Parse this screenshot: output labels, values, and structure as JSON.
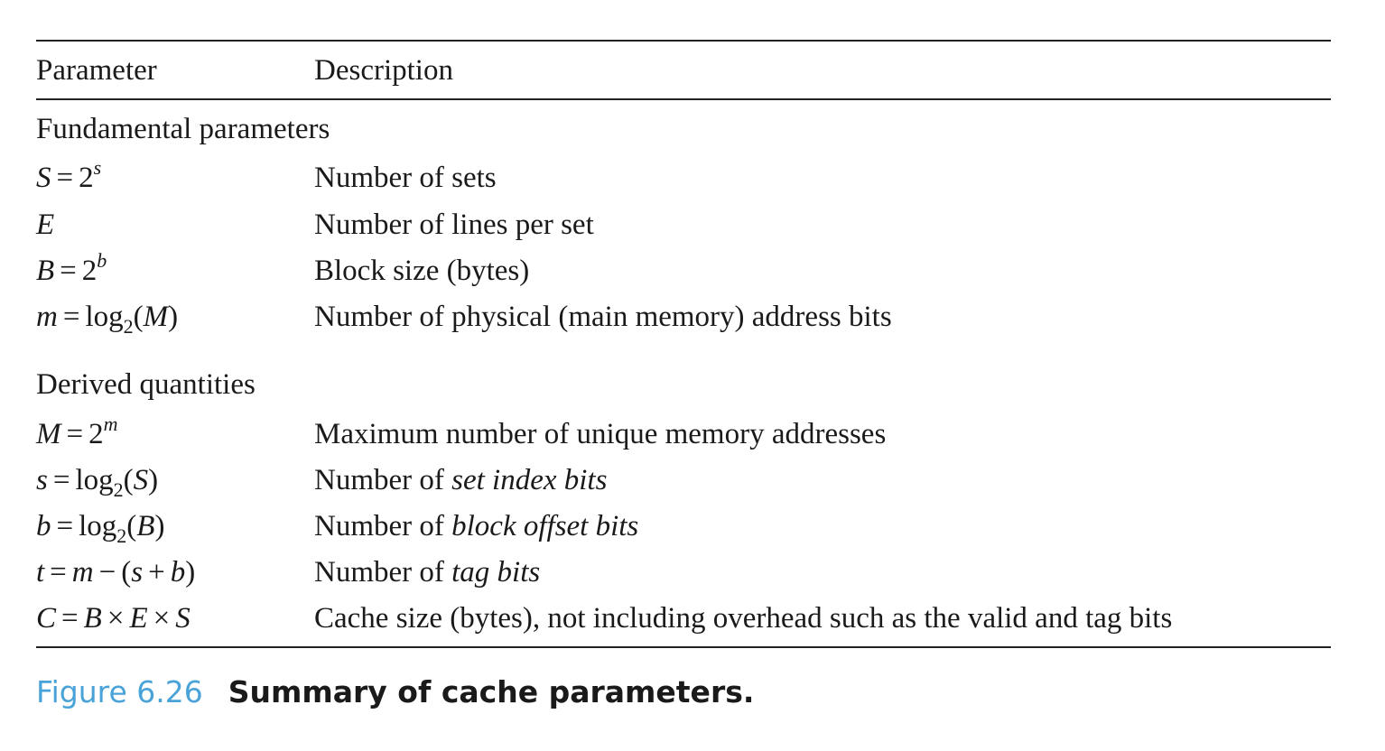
{
  "table": {
    "header": {
      "parameter": "Parameter",
      "description": "Description"
    },
    "sections": [
      {
        "title": "Fundamental parameters",
        "rows": [
          {
            "parameter": "S = 2^s",
            "description": "Number of sets"
          },
          {
            "parameter": "E",
            "description": "Number of lines per set"
          },
          {
            "parameter": "B = 2^b",
            "description": "Block size (bytes)"
          },
          {
            "parameter": "m = log2(M)",
            "description": "Number of physical (main memory) address bits"
          }
        ]
      },
      {
        "title": "Derived quantities",
        "rows": [
          {
            "parameter": "M = 2^m",
            "description": "Maximum number of unique memory addresses"
          },
          {
            "parameter": "s = log2(S)",
            "description_prefix": "Number of ",
            "description_em": "set index bits"
          },
          {
            "parameter": "b = log2(B)",
            "description_prefix": "Number of ",
            "description_em": "block offset bits"
          },
          {
            "parameter": "t = m − (s + b)",
            "description_prefix": "Number of ",
            "description_em": "tag bits"
          },
          {
            "parameter": "C = B × E × S",
            "description": "Cache size (bytes), not including overhead such as the valid and tag bits"
          }
        ]
      }
    ]
  },
  "caption": {
    "label": "Figure 6.26",
    "title": "Summary of cache parameters."
  },
  "colors": {
    "caption_label": "#4aa3d8",
    "text": "#1a1a1a",
    "rule": "#222222"
  }
}
